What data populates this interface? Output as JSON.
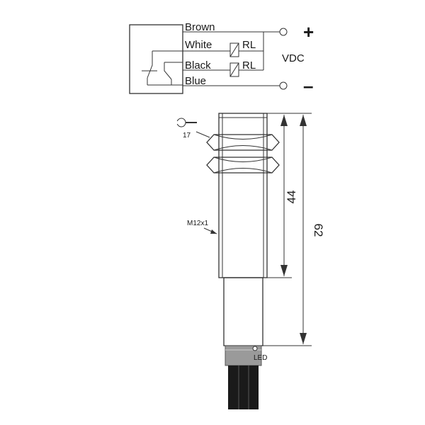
{
  "wiring": {
    "wires": [
      "Brown",
      "White",
      "Black",
      "Blue"
    ],
    "loads": [
      "RL",
      "RL"
    ],
    "supply": "VDC",
    "plus": "+",
    "minus": "–"
  },
  "sensor": {
    "wrench_size": "17",
    "thread": "M12x1",
    "dim_thread": "44",
    "dim_total": "62",
    "led_label": "LED",
    "wrench_icon": "wrench-icon"
  },
  "colors": {
    "line": "#333333",
    "cable": "#1a1a1a",
    "led_band": "#9a9a9a"
  }
}
